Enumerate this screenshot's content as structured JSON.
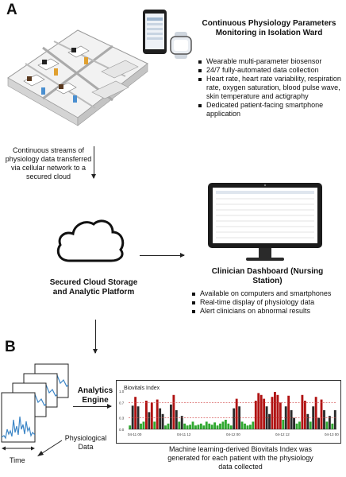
{
  "panel_a": {
    "letter": "A",
    "title": "Continuous Physiology Parameters Monitoring in Isolation Ward",
    "bullets": [
      "Wearable multi-parameter biosensor",
      "24/7 fully-automated data collection",
      "Heart rate, heart rate variability, respiration rate, oxygen saturation, blood pulse wave, skin temperature and actigraphy",
      "Dedicated patient-facing smartphone application"
    ],
    "stream_caption": "Continuous streams of physiology data transferred via cellular network to a secured cloud",
    "cloud_label": "Secured Cloud Storage and Analytic Platform",
    "dashboard_title": "Clinician Dashboard (Nursing Station)",
    "dashboard_bullets": [
      "Available on computers and smartphones",
      "Real-time display of physiology data",
      "Alert clinicians on abnormal results"
    ]
  },
  "panel_b": {
    "letter": "B",
    "engine_label": "Analytics Engine",
    "physio_label": "Physiological Data",
    "time_label": "Time",
    "result_caption": "Machine learning-derived Biovitals Index was generated for each patient with the physiology data collected"
  },
  "colors": {
    "high": "#b01212",
    "mid": "#2a2a2a",
    "low": "#2fa82f",
    "threshold": "#d04040",
    "signal": "#3d86c6"
  },
  "icons": [
    "ward-illustration",
    "smartphone-icon",
    "smartwatch-icon",
    "cloud-icon",
    "monitor-icon",
    "signal-window-icon"
  ],
  "chart_data": {
    "type": "bar",
    "title": "Biovitals Index",
    "ylim": [
      0,
      1.0
    ],
    "yticks": [
      "1.0",
      "0.7",
      "0.3",
      "0.0"
    ],
    "thresholds": [
      0.7,
      0.3
    ],
    "xticks": [
      "04-11 00",
      "04-11 12",
      "04-12 00",
      "04-12 12",
      "04-13 00"
    ],
    "values": [
      0.1,
      0.62,
      0.85,
      0.6,
      0.15,
      0.2,
      0.75,
      0.45,
      0.7,
      0.2,
      0.78,
      0.55,
      0.4,
      0.1,
      0.15,
      0.65,
      0.9,
      0.5,
      0.2,
      0.35,
      0.15,
      0.1,
      0.12,
      0.2,
      0.1,
      0.12,
      0.15,
      0.1,
      0.2,
      0.15,
      0.12,
      0.18,
      0.1,
      0.15,
      0.2,
      0.25,
      0.15,
      0.1,
      0.55,
      0.8,
      0.6,
      0.2,
      0.15,
      0.1,
      0.12,
      0.2,
      0.75,
      0.95,
      0.9,
      0.8,
      0.6,
      0.4,
      0.85,
      0.98,
      0.9,
      0.7,
      0.25,
      0.6,
      0.88,
      0.5,
      0.3,
      0.15,
      0.2,
      0.9,
      0.75,
      0.4,
      0.2,
      0.6,
      0.85,
      0.3,
      0.78,
      0.5,
      0.2,
      0.35,
      0.15,
      0.5
    ]
  }
}
